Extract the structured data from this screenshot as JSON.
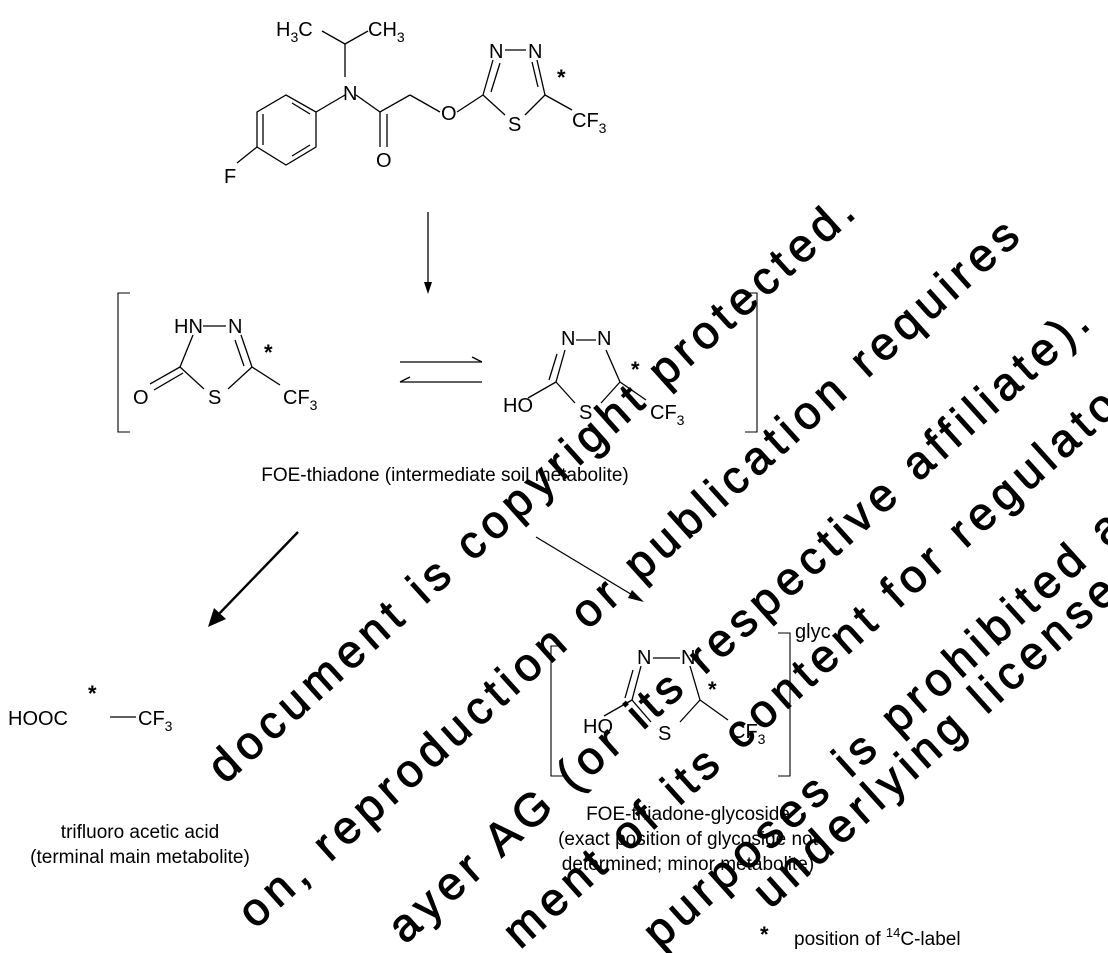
{
  "parent": {
    "h3c": "H",
    "h3c_sub": "3",
    "h3c_c": "C",
    "ch3": "CH",
    "ch3_sub": "3",
    "n_amide": "N",
    "o_carbonyl": "O",
    "o_ether": "O",
    "f": "F",
    "n1": "N",
    "n2": "N",
    "s": "S",
    "cf3": "CF",
    "cf3_sub": "3",
    "label_mark": "*"
  },
  "thiadone_keto": {
    "hn": "HN",
    "n": "N",
    "o": "O",
    "s": "S",
    "cf3": "CF",
    "cf3_sub": "3",
    "label_mark": "*"
  },
  "thiadone_enol": {
    "n1": "N",
    "n2": "N",
    "ho": "HO",
    "s": "S",
    "cf3": "CF",
    "cf3_sub": "3",
    "label_mark": "*"
  },
  "thiadone_caption": "FOE-thiadone (intermediate soil metabolite)",
  "glycoside": {
    "n1": "N",
    "n2": "N",
    "ho": "HO",
    "s": "S",
    "cf3": "CF",
    "cf3_sub": "3",
    "label_mark": "*",
    "glyc": "glyc",
    "caption_line1": "FOE-thiadone-glycoside",
    "caption_line2": "(exact position of glycoside not",
    "caption_line3": "determined; minor metabolite)"
  },
  "tfa": {
    "hooc": "HOOC",
    "cf3": "CF",
    "cf3_sub": "3",
    "label_mark": "*",
    "caption_line1": "trifluoro acetic acid",
    "caption_line2": "(terminal main metabolite)"
  },
  "legend": {
    "star": "*",
    "text_a": "position of ",
    "sup": "14",
    "text_b": "C-label"
  },
  "watermark": [
    "document is copyright protected.",
    "on, reproduction or publication requires",
    "ayer AG (or its respective affiliate).",
    "ment of its content for regulatory or",
    "purposes is prohibited and constitutes",
    "underlying license agreement."
  ]
}
